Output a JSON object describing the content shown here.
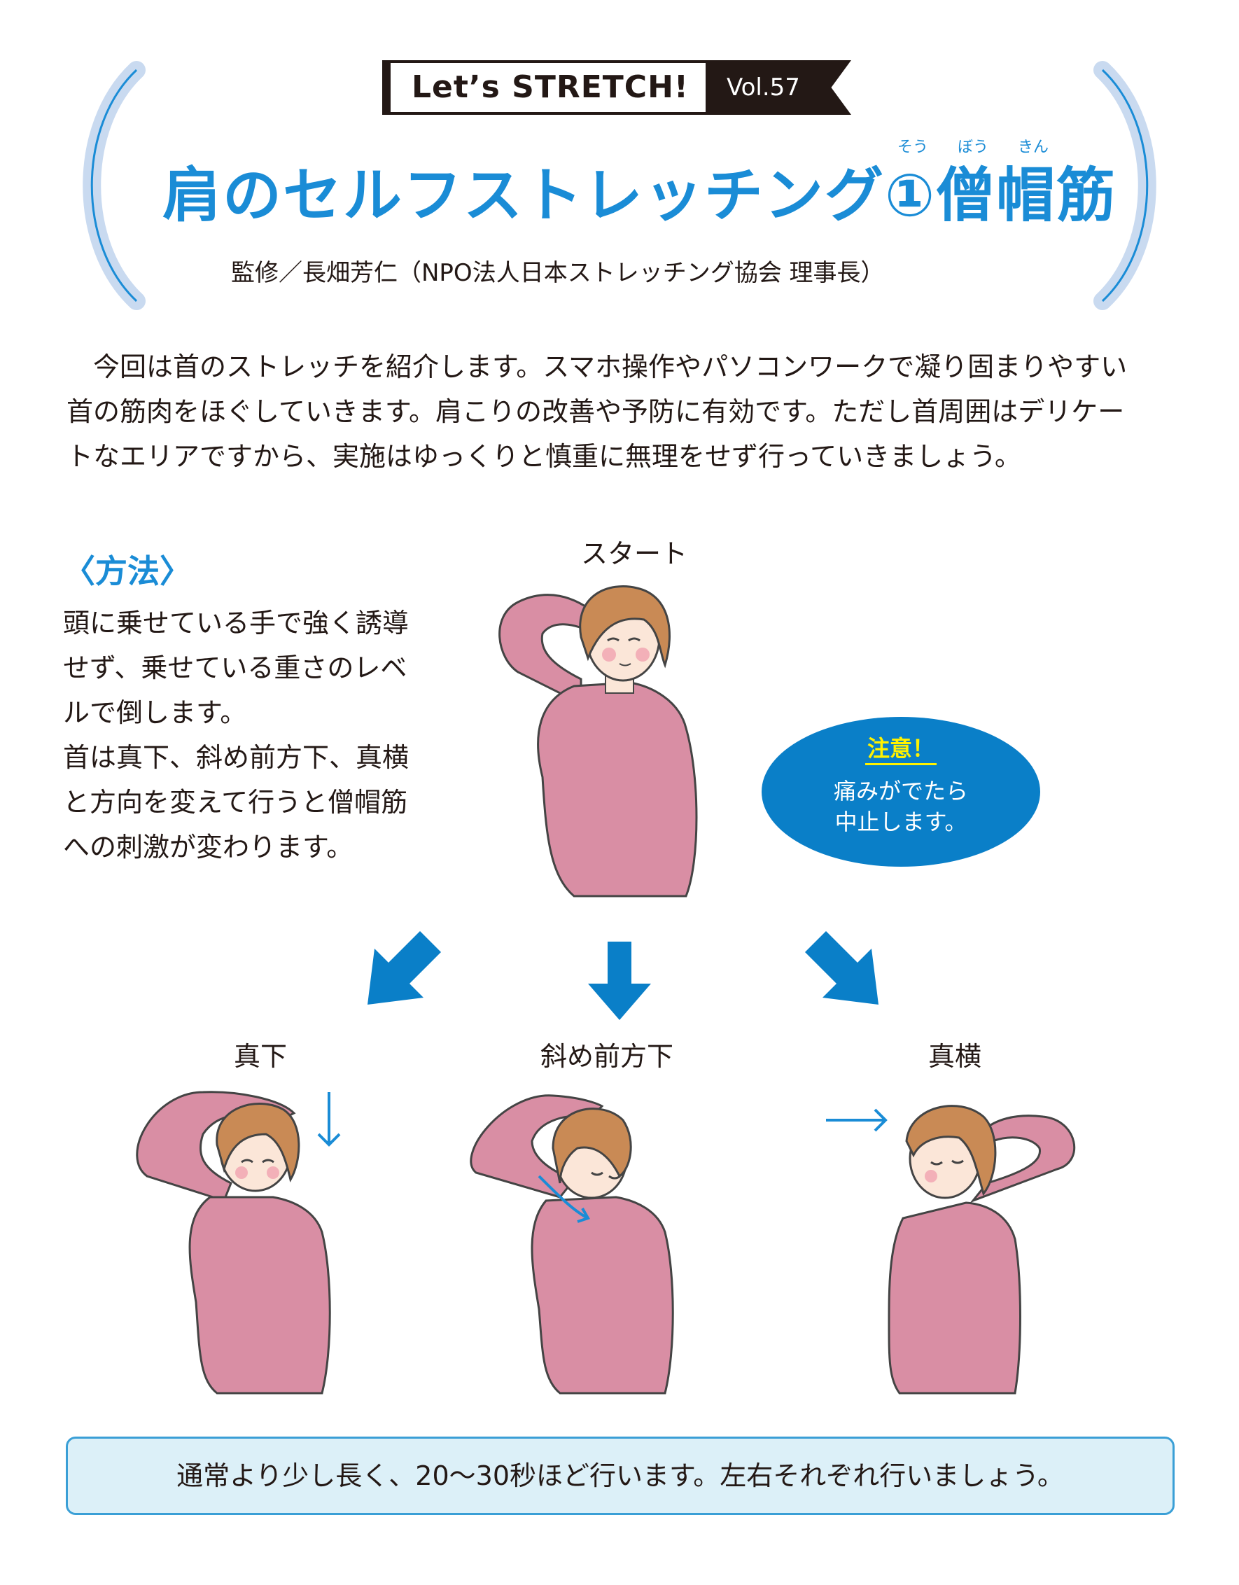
{
  "header": {
    "badge_label": "Let’s STRETCH!",
    "vol_label": "Vol.57",
    "title": "肩のセルフストレッチング①僧帽筋",
    "furigana": [
      "そう",
      "ぼう",
      "きん"
    ],
    "supervisor": "監修／長畑芳仁（NPO法人日本ストレッチング協会 理事長）"
  },
  "intro": {
    "lines": [
      "　今回は首のストレッチを紹介します。スマホ操作やパソコンワークで凝り固まりやすい",
      "首の筋肉をほぐしていきます。肩こりの改善や予防に有効です。ただし首周囲はデリケー",
      "トなエリアですから、実施はゆっくりと慎重に無理をせず行っていきましょう。"
    ]
  },
  "method": {
    "heading": "〈方法〉",
    "lines": [
      "頭に乗せている手で強く誘導",
      "せず、乗せている重さのレベ",
      "ルで倒します。",
      "首は真下、斜め前方下、真横",
      "と方向を変えて行うと僧帽筋",
      "への刺激が変わります。"
    ]
  },
  "figures": {
    "start_label": "スタート",
    "down_label": "真下",
    "diagonal_label": "斜め前方下",
    "side_label": "真横"
  },
  "caution": {
    "title": "注意！",
    "line1": "痛みがでたら",
    "line2": "中止します。"
  },
  "bottom_note": "通常より少し長く、20〜30秒ほど行います。左右それぞれ行いましょう。",
  "colors": {
    "accent": "#1a8cd6",
    "sweater": "#d98ea4",
    "hair": "#c98a55",
    "skin": "#fbe6d8",
    "caution_bg": "#0a7fc8",
    "caution_title": "#fff200",
    "note_bg": "#dcf0f8"
  }
}
